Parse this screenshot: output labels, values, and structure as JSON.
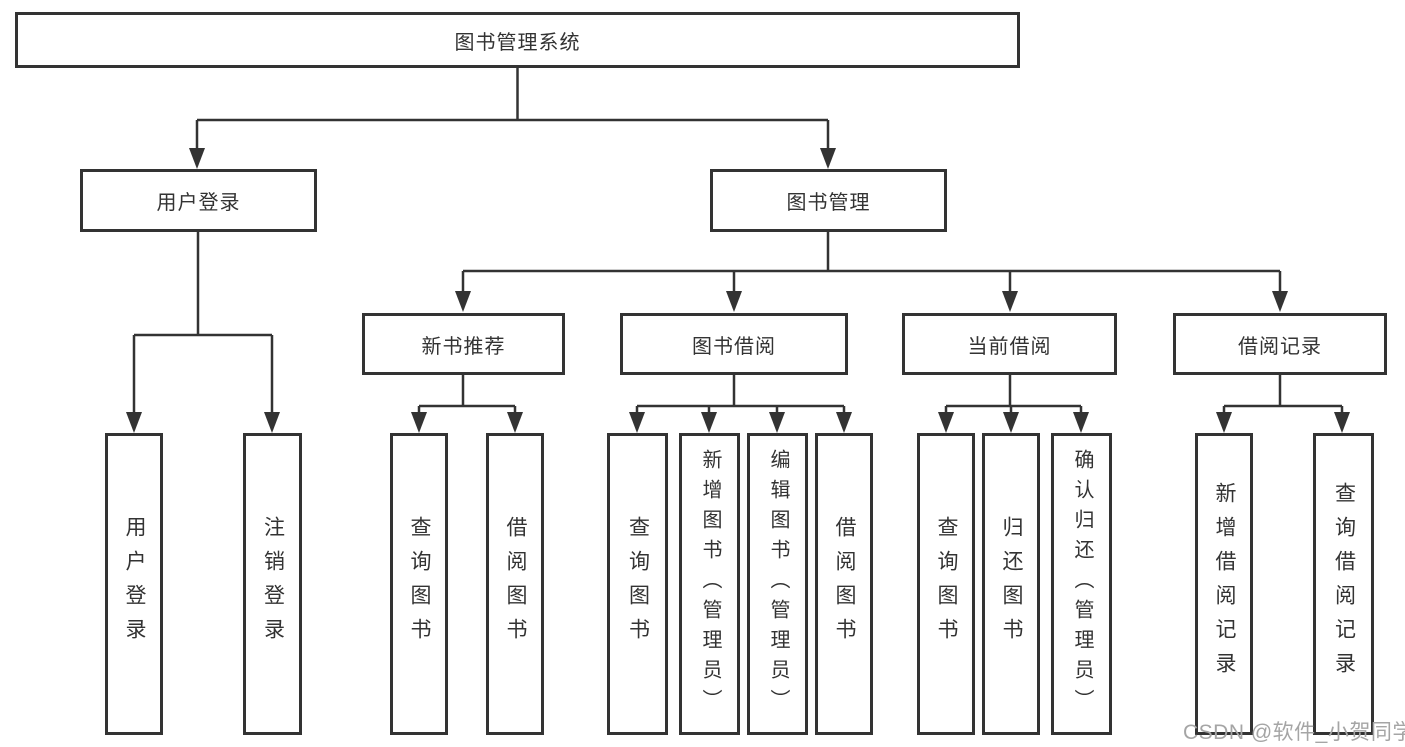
{
  "diagram": {
    "title": "图书管理系统",
    "nodes": {
      "root": "图书管理系统",
      "level2": [
        "用户登录",
        "图书管理"
      ],
      "level3": [
        "新书推荐",
        "图书借阅",
        "当前借阅",
        "借阅记录"
      ],
      "leaves": [
        "用户登录",
        "注销登录",
        "查询图书",
        "借阅图书",
        "查询图书",
        "新增图书（管理员）",
        "编辑图书（管理员）",
        "借阅图书",
        "查询图书",
        "归还图书",
        "确认归还（管理员）",
        "新增借阅记录",
        "查询借阅记录"
      ]
    },
    "edges": [
      {
        "from": "图书管理系统",
        "to": [
          "用户登录",
          "图书管理"
        ]
      },
      {
        "from": "用户登录",
        "to": [
          "用户登录",
          "注销登录"
        ]
      },
      {
        "from": "图书管理",
        "to": [
          "新书推荐",
          "图书借阅",
          "当前借阅",
          "借阅记录"
        ]
      },
      {
        "from": "新书推荐",
        "to": [
          "查询图书",
          "借阅图书"
        ]
      },
      {
        "from": "图书借阅",
        "to": [
          "查询图书",
          "新增图书（管理员）",
          "编辑图书（管理员）",
          "借阅图书"
        ]
      },
      {
        "from": "当前借阅",
        "to": [
          "查询图书",
          "归还图书",
          "确认归还（管理员）"
        ]
      },
      {
        "from": "借阅记录",
        "to": [
          "新增借阅记录",
          "查询借阅记录"
        ]
      }
    ]
  },
  "watermark": "CSDN @软件_小贺同学",
  "colors": {
    "line": "#333333",
    "box_border": "#333333",
    "box_fill": "#ffffff",
    "text": "#333333",
    "watermark_text": "#a5a5a5",
    "background": "#ffffff"
  }
}
